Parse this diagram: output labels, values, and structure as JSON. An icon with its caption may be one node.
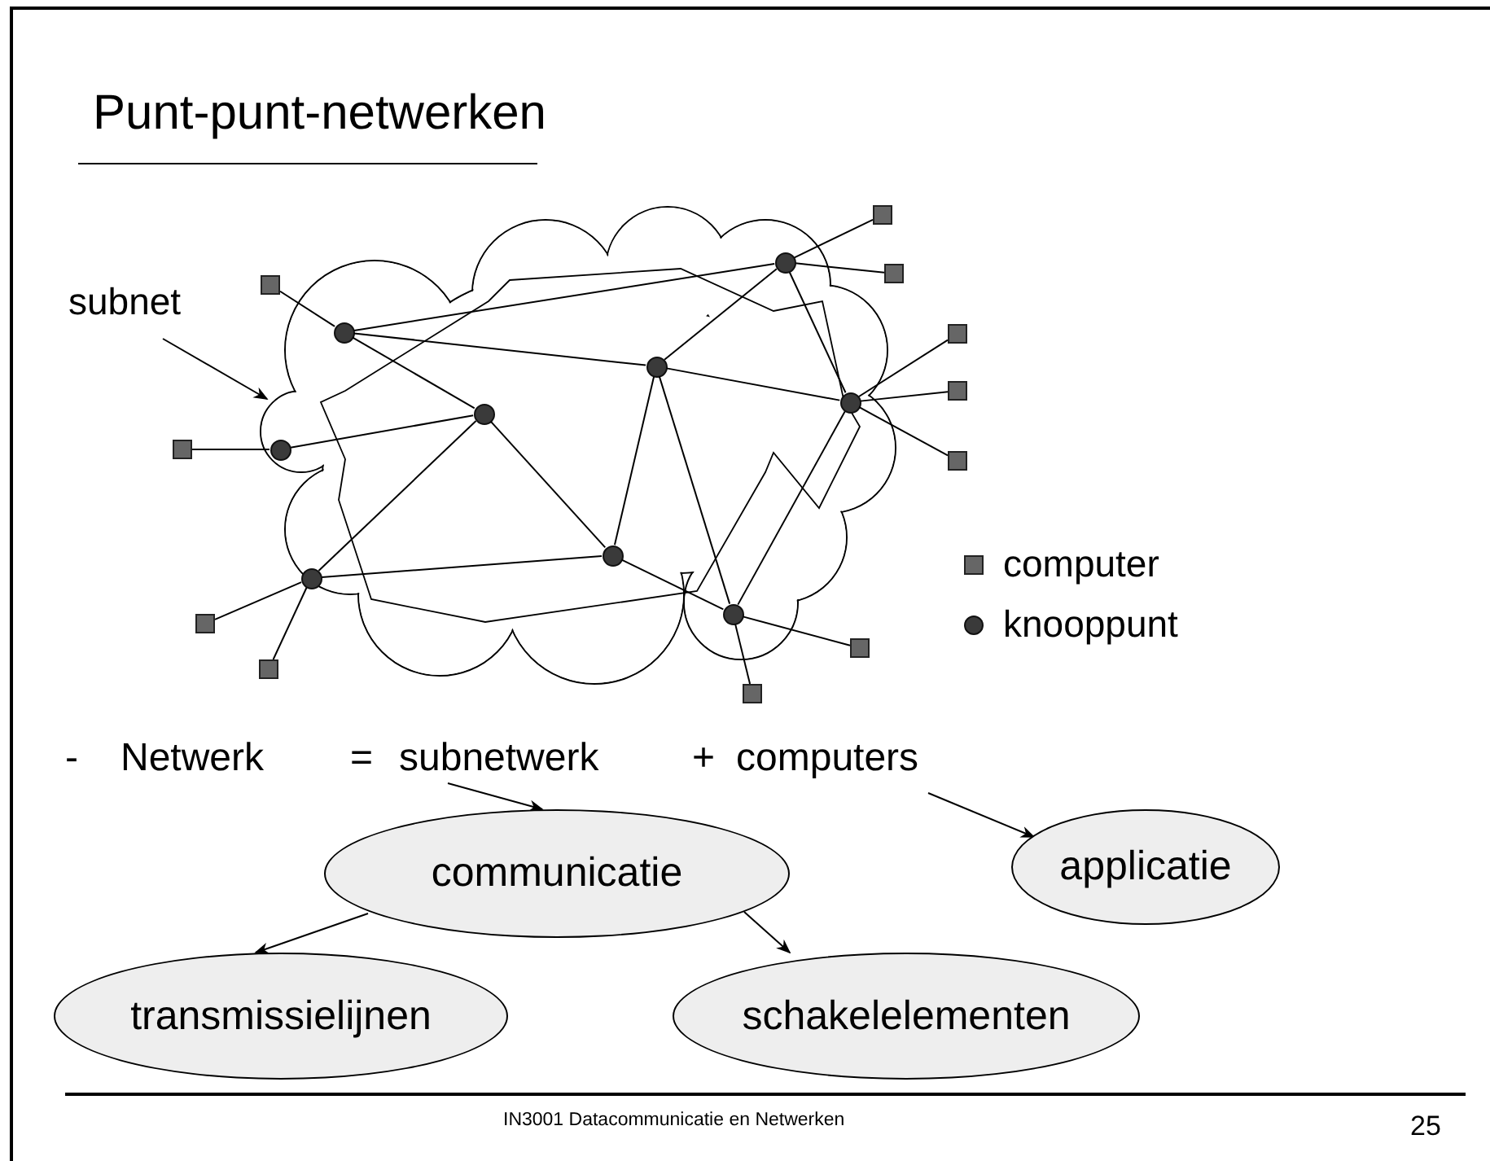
{
  "diagram": {
    "title": "Punt-punt-netwerken",
    "nodes": [
      {
        "text": [
          "subnet"
        ]
      },
      {
        "text": [],
        "shape": "cloud"
      },
      {
        "text": [],
        "shape": "circle"
      },
      {
        "text": [],
        "shape": "circle"
      },
      {
        "text": [],
        "shape": "circle",
        "in": 1
      },
      {
        "text": [],
        "shape": "circle",
        "in": 1
      },
      {
        "text": [],
        "shape": "circle",
        "in": 1
      },
      {
        "text": [],
        "shape": "circle",
        "in": 1
      },
      {
        "text": [],
        "shape": "circle",
        "in": 1
      },
      {
        "text": [],
        "shape": "circle"
      },
      {
        "text": [],
        "shape": "circle",
        "in": 1
      },
      {
        "text": [],
        "shape": "box"
      },
      {
        "text": [],
        "shape": "box"
      },
      {
        "text": [],
        "shape": "box"
      },
      {
        "text": [],
        "shape": "box"
      },
      {
        "text": [],
        "shape": "box"
      },
      {
        "text": [],
        "shape": "box"
      },
      {
        "text": [],
        "shape": "box"
      },
      {
        "text": [],
        "shape": "box"
      },
      {
        "text": [],
        "shape": "box"
      },
      {
        "text": [],
        "shape": "box"
      },
      {
        "text": [],
        "shape": "box"
      },
      {
        "text": [
          "subnetwerk"
        ]
      },
      {
        "text": [
          "computers"
        ]
      },
      {
        "text": [
          "communicatie"
        ]
      },
      {
        "text": [
          "applicatie"
        ]
      },
      {
        "text": [
          "transmissielijnen"
        ]
      },
      {
        "text": [
          "schakelelementen"
        ]
      }
    ],
    "edges": [
      {
        "from": 0,
        "to": 1,
        "arrow": "to"
      },
      {
        "from": 4,
        "to": 9,
        "arrow": "none"
      },
      {
        "from": 4,
        "to": 7,
        "arrow": "none"
      },
      {
        "from": 4,
        "to": 5,
        "arrow": "none"
      },
      {
        "from": 2,
        "to": 5,
        "arrow": "none"
      },
      {
        "from": 5,
        "to": 3,
        "arrow": "none"
      },
      {
        "from": 5,
        "to": 6,
        "arrow": "none"
      },
      {
        "from": 7,
        "to": 9,
        "arrow": "none"
      },
      {
        "from": 7,
        "to": 10,
        "arrow": "none"
      },
      {
        "from": 7,
        "to": 6,
        "arrow": "none"
      },
      {
        "from": 7,
        "to": 8,
        "arrow": "none"
      },
      {
        "from": 9,
        "to": 10,
        "arrow": "none"
      },
      {
        "from": 10,
        "to": 8,
        "arrow": "none"
      },
      {
        "from": 6,
        "to": 3,
        "arrow": "none"
      },
      {
        "from": 6,
        "to": 8,
        "arrow": "none"
      },
      {
        "from": 11,
        "to": 2,
        "arrow": "none"
      },
      {
        "from": 12,
        "to": 3,
        "arrow": "none"
      },
      {
        "from": 13,
        "to": 3,
        "arrow": "none"
      },
      {
        "from": 14,
        "to": 4,
        "arrow": "none"
      },
      {
        "from": 15,
        "to": 8,
        "arrow": "none"
      },
      {
        "from": 16,
        "to": 8,
        "arrow": "none"
      },
      {
        "from": 17,
        "to": 9,
        "arrow": "none"
      },
      {
        "from": 18,
        "to": 9,
        "arrow": "none"
      },
      {
        "from": 19,
        "to": 10,
        "arrow": "none"
      },
      {
        "from": 20,
        "to": 10,
        "arrow": "none"
      },
      {
        "from": 21,
        "to": 10,
        "arrow": "none"
      },
      {
        "from": 22,
        "to": 24,
        "arrow": "to"
      },
      {
        "from": 23,
        "to": 25,
        "arrow": "to"
      },
      {
        "from": 24,
        "to": 26,
        "arrow": "to"
      },
      {
        "from": 24,
        "to": 27,
        "arrow": "to"
      }
    ],
    "labels": [
      "-",
      "Netwerk",
      "=",
      "+",
      "IN3001 Datacommunicatie en Netwerken",
      "25"
    ],
    "legend": [
      {
        "text": "computer"
      },
      {
        "text": "knooppunt"
      }
    ]
  }
}
